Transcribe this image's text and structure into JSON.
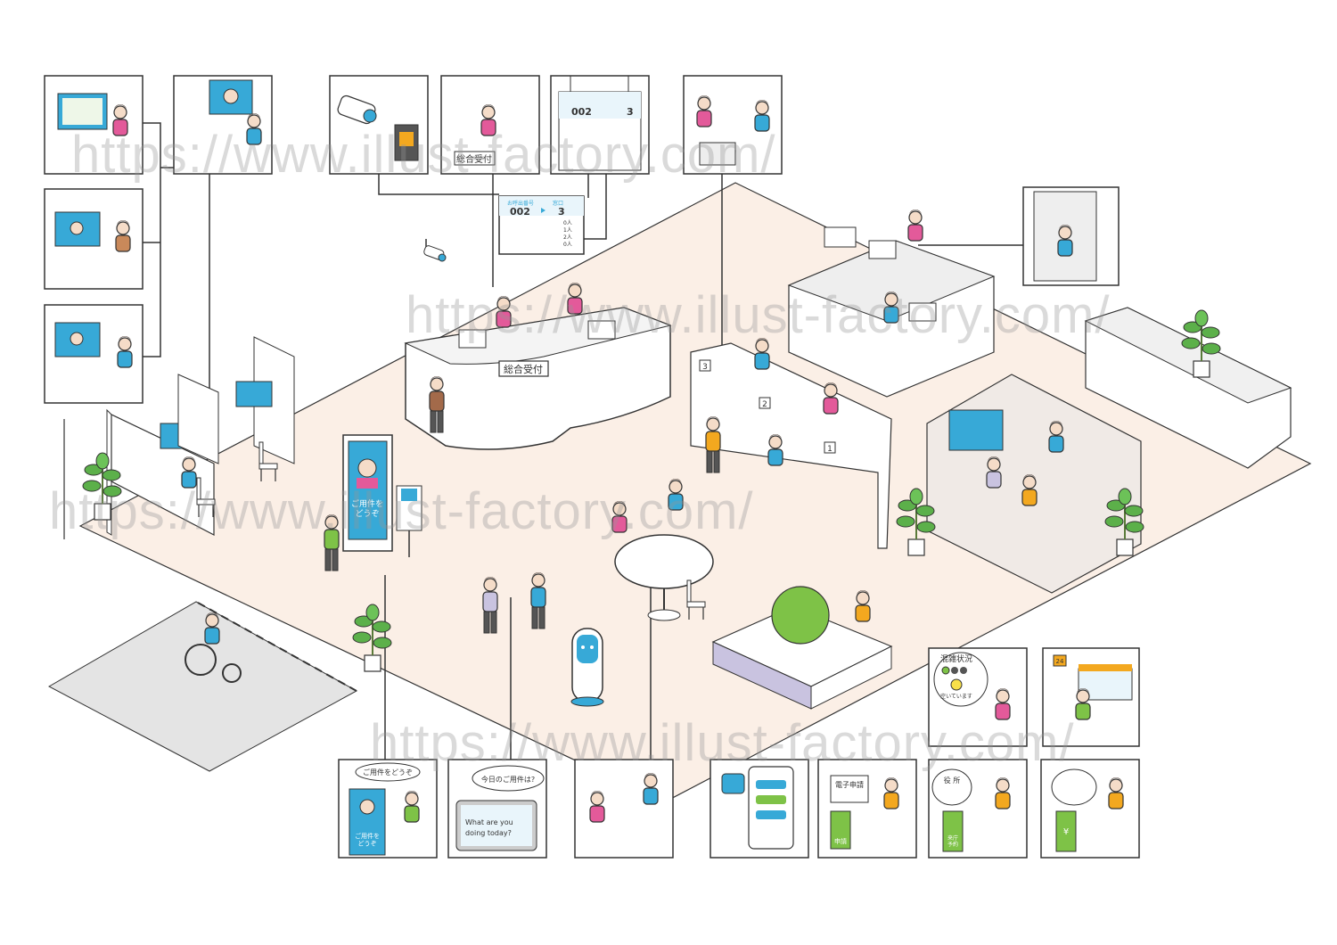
{
  "watermark": "https://www.illust-factory.com/",
  "reception_sign": "総合受付",
  "queue_board": {
    "number_header": "お呼出番号",
    "window_header": "窓口",
    "number": "002",
    "window": "3",
    "waits": [
      "0人",
      "1人",
      "2人",
      "0人"
    ]
  },
  "kiosk_message": "ご用件を\nどうぞ",
  "panel_kiosk": {
    "bubble": "ご用件をどうぞ",
    "screen": "ご用件を\nどうぞ"
  },
  "panel_tablet": {
    "bubble": "今日のご用件は?",
    "screen_line1": "What are you",
    "screen_line2": "doing today?"
  },
  "panel_congestion": {
    "title": "混雑状況",
    "status": "空いています"
  },
  "panel_24h": {
    "sign": "24"
  },
  "panel_e_application": {
    "doc": "電子申請",
    "phone": "申請"
  },
  "panel_reservation": {
    "sign": "役 所",
    "phone": "来庁\n予約"
  },
  "panel_payment": {
    "phone": "¥"
  },
  "window_numbers": [
    "3",
    "2",
    "1"
  ],
  "colors": {
    "floor": "#fbefe6",
    "outline": "#333333",
    "cyan": "#37a9d7",
    "pink": "#e35a9a",
    "yellow": "#f3a81f",
    "green": "#7ec247",
    "purple": "#c9c3e0"
  }
}
